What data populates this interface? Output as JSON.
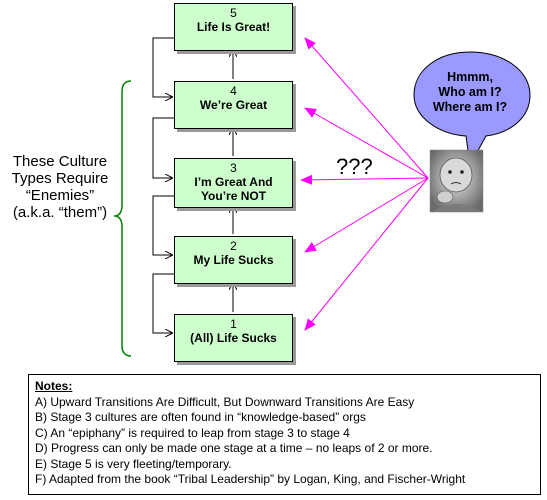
{
  "stages": [
    {
      "num": "5",
      "label": "Life Is Great!"
    },
    {
      "num": "4",
      "label": "We’re Great"
    },
    {
      "num": "3",
      "label": "I’m Great And You’re NOT"
    },
    {
      "num": "2",
      "label": "My Life Sucks"
    },
    {
      "num": "1",
      "label": "(All) Life Sucks"
    }
  ],
  "side_note": "These Culture Types Require “Enemies” (a.k.a. “them”)",
  "question_marks": "???",
  "speech_bubble": [
    "Hmmm,",
    "Who am I?",
    "Where am I?"
  ],
  "colors": {
    "stage_fill": "#ccffcc",
    "brace": "#008000",
    "pointer_arrows": "#ff00ff",
    "bubble_fill": "#9999ff"
  },
  "notes": {
    "title": "Notes:",
    "items": [
      "A) Upward Transitions Are Difficult, But Downward Transitions Are Easy",
      "B) Stage 3 cultures are often found in “knowledge-based” orgs",
      "C) An “epiphany” is required to leap from stage 3 to stage 4",
      "D) Progress can only be made one stage at a time – no leaps of 2 or more.",
      "E) Stage 5 is very fleeting/temporary.",
      "F) Adapted from the book “Tribal Leadership” by Logan, King, and Fischer-Wright"
    ]
  }
}
